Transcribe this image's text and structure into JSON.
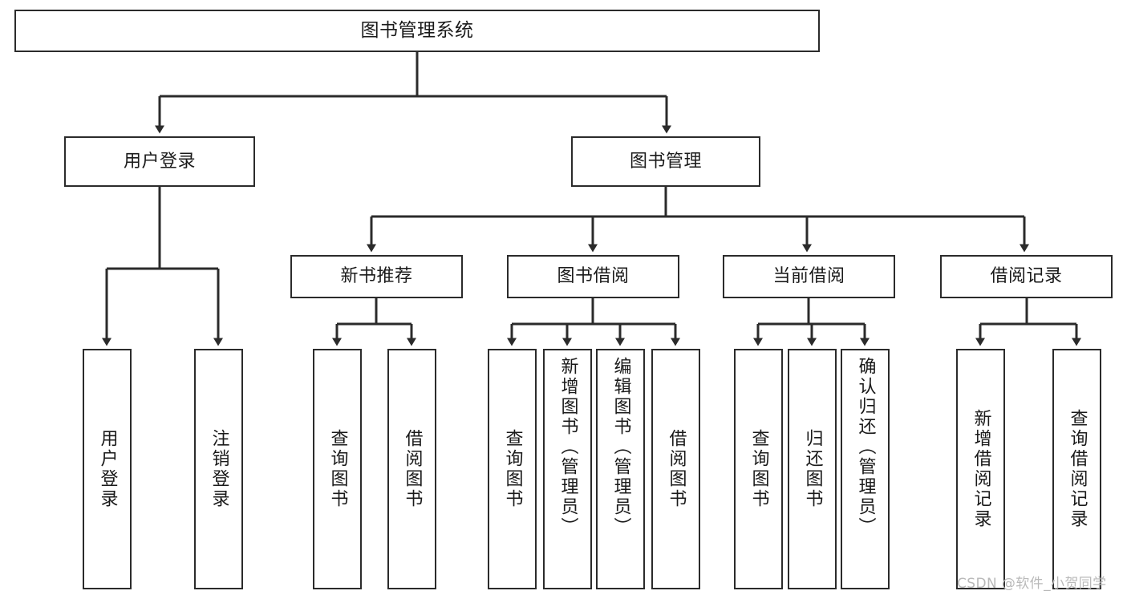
{
  "diagram": {
    "title": "图书管理系统",
    "type": "functional-hierarchy-tree",
    "watermark": "CSDN @软件_小贺同学",
    "colors": {
      "box_border": "#2b2b2b",
      "box_fill": "#ffffff",
      "edge": "#2b2b2b",
      "text": "#1a1a1a",
      "watermark": "#b9b9b9",
      "background": "#ffffff"
    },
    "levels": [
      {
        "level": 1,
        "nodes": [
          {
            "id": "root",
            "label": "图书管理系统"
          }
        ]
      },
      {
        "level": 2,
        "nodes": [
          {
            "id": "user-login",
            "label": "用户登录",
            "parent": "root"
          },
          {
            "id": "book-manage",
            "label": "图书管理",
            "parent": "root"
          }
        ]
      },
      {
        "level": 3,
        "nodes": [
          {
            "id": "new-book-rec",
            "label": "新书推荐",
            "parent": "book-manage"
          },
          {
            "id": "book-borrow",
            "label": "图书借阅",
            "parent": "book-manage"
          },
          {
            "id": "current-borrow",
            "label": "当前借阅",
            "parent": "book-manage"
          },
          {
            "id": "borrow-record",
            "label": "借阅记录",
            "parent": "book-manage"
          }
        ]
      },
      {
        "level": 4,
        "nodes": [
          {
            "id": "leaf-user-login",
            "label": "用户登录",
            "parent": "user-login"
          },
          {
            "id": "leaf-logout",
            "label": "注销登录",
            "parent": "user-login"
          },
          {
            "id": "leaf-query-book-1",
            "label": "查询图书",
            "parent": "new-book-rec"
          },
          {
            "id": "leaf-borrow-book-1",
            "label": "借阅图书",
            "parent": "new-book-rec"
          },
          {
            "id": "leaf-query-book-2",
            "label": "查询图书",
            "parent": "book-borrow"
          },
          {
            "id": "leaf-add-book",
            "label": "新增图书（管理员）",
            "parent": "book-borrow"
          },
          {
            "id": "leaf-edit-book",
            "label": "编辑图书（管理员）",
            "parent": "book-borrow"
          },
          {
            "id": "leaf-borrow-book-2",
            "label": "借阅图书",
            "parent": "book-borrow"
          },
          {
            "id": "leaf-query-book-3",
            "label": "查询图书",
            "parent": "current-borrow"
          },
          {
            "id": "leaf-return-book",
            "label": "归还图书",
            "parent": "current-borrow"
          },
          {
            "id": "leaf-confirm-return",
            "label": "确认归还（管理员）",
            "parent": "current-borrow"
          },
          {
            "id": "leaf-add-record",
            "label": "新增借阅记录",
            "parent": "borrow-record"
          },
          {
            "id": "leaf-query-record",
            "label": "查询借阅记录",
            "parent": "borrow-record"
          }
        ]
      }
    ]
  }
}
